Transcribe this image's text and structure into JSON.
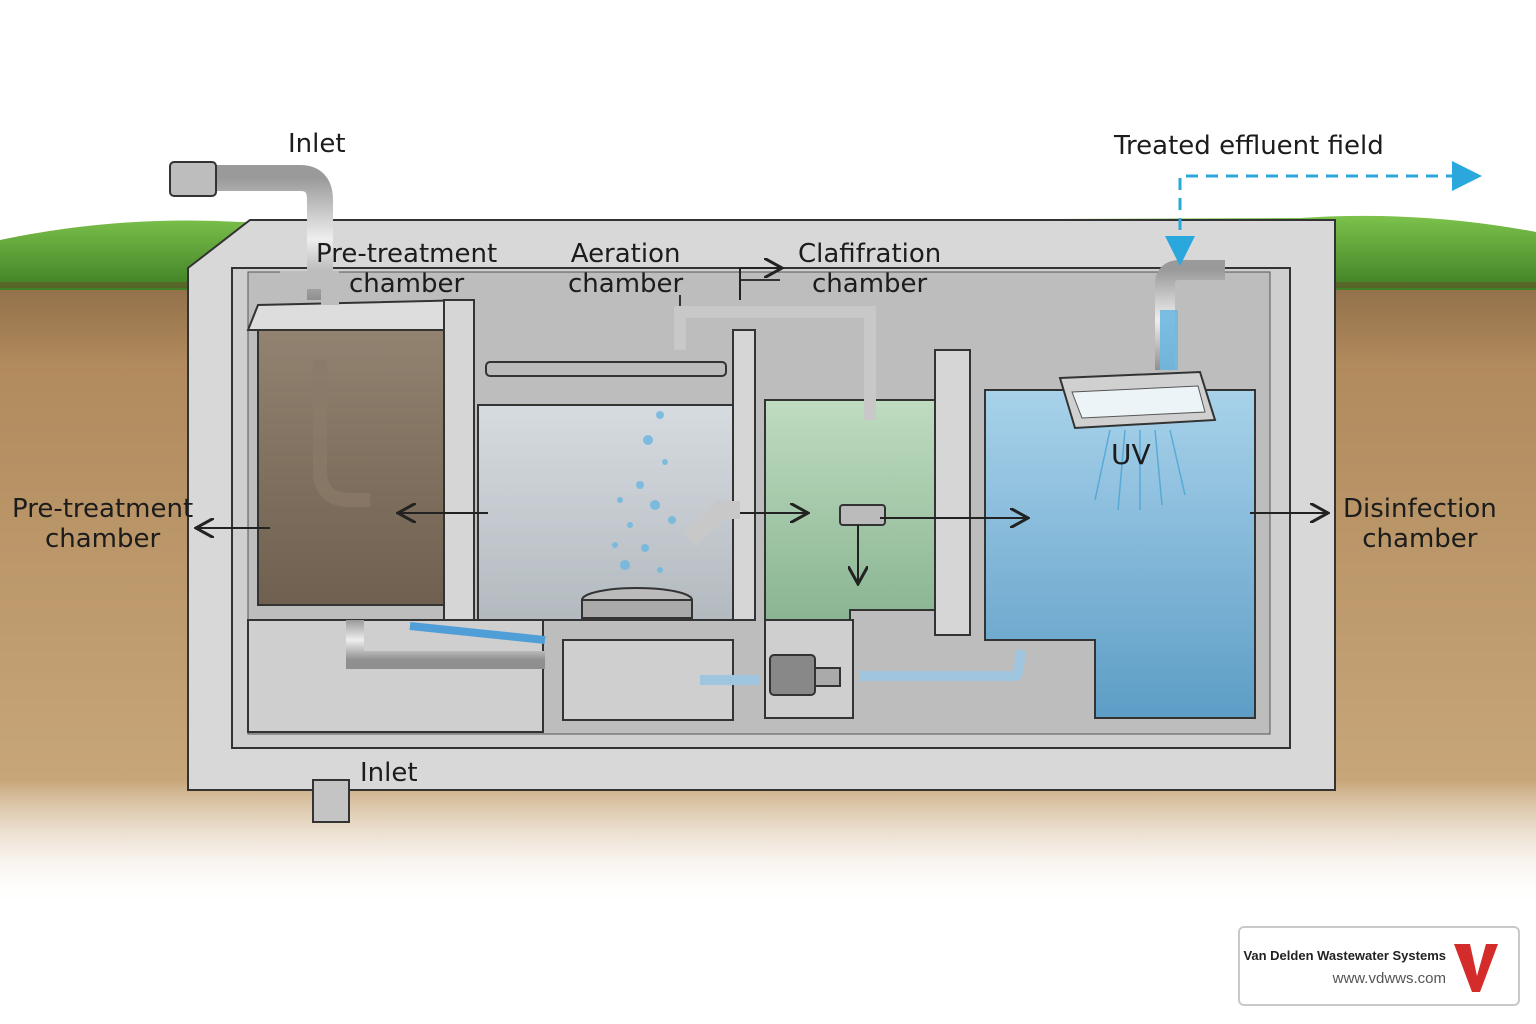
{
  "labels": {
    "inlet_top": "Inlet",
    "inlet_bottom": "Inlet",
    "pretreatment_top": [
      "Pre-treatment",
      "chamber"
    ],
    "aeration": [
      "Aeration",
      "chamber"
    ],
    "clarification": [
      "Clafifration",
      "chamber"
    ],
    "treated_effluent": "Treated effluent field",
    "uv": "UV",
    "pretreatment_left": [
      "Pre-treatment",
      "chamber"
    ],
    "disinfection": [
      "Disinfection",
      "chamber"
    ]
  },
  "brand": {
    "name": "Van Delden Wastewater Systems",
    "url": "www.vdwws.com",
    "logo_letter": "V"
  },
  "colors": {
    "grass": "#5fa53a",
    "soil": "#b48a5c",
    "concrete": "#dcdcdc",
    "sludge_water": "#7b6c5c",
    "aeration_water": "#c6cdd3",
    "clarifier_water": "#9dc3a4",
    "disinfection_water": "#7fb4d6",
    "flow_arrow": "#2aa7dc",
    "logo_red": "#d42b2b"
  },
  "icons": [
    "inlet-pipe-icon",
    "air-blower-icon",
    "pump-icon",
    "uv-lamp-icon",
    "diffuser-icon"
  ]
}
